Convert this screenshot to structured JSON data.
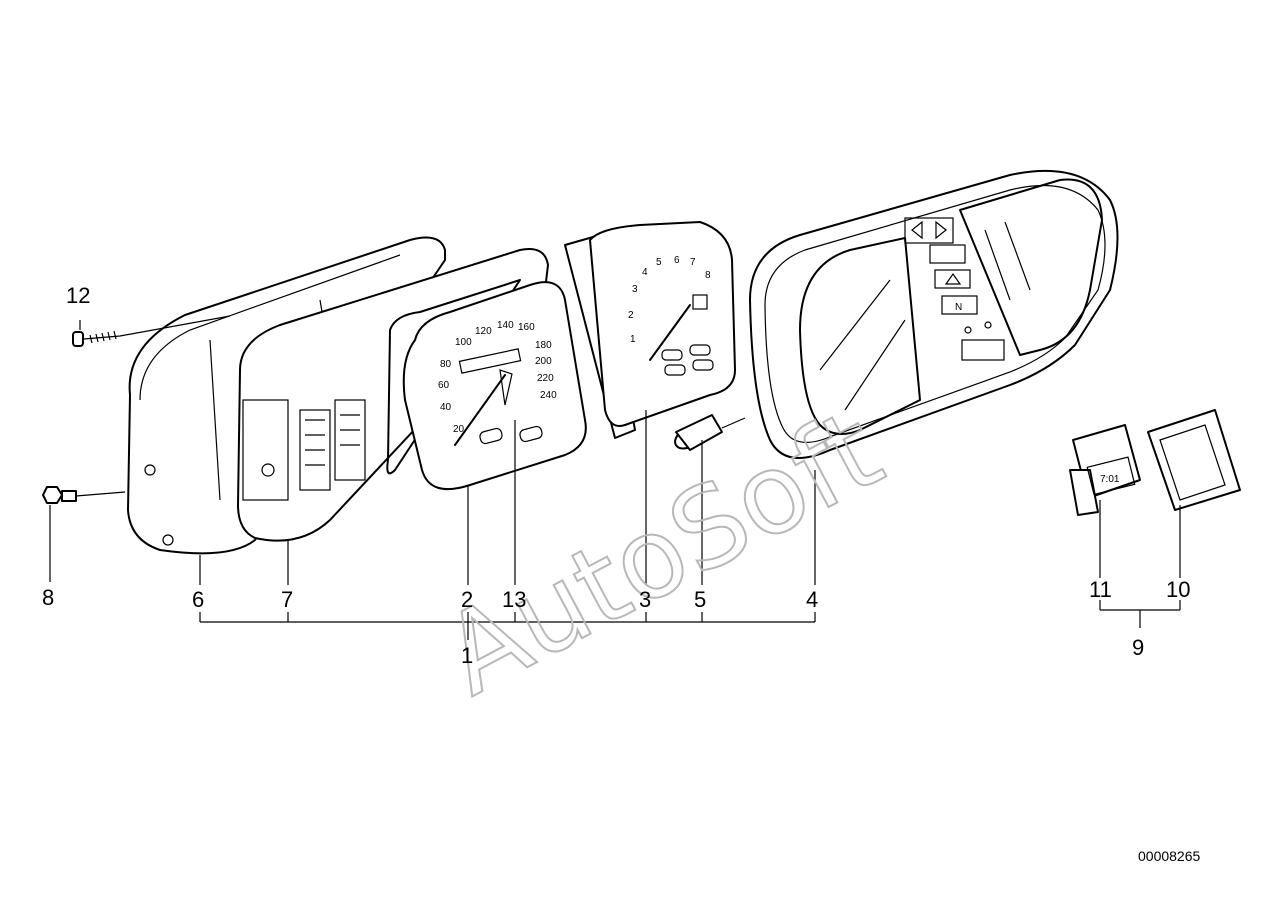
{
  "watermark": "AutoSoft",
  "document_number": "00008265",
  "callouts": {
    "c1": "1",
    "c2": "2",
    "c3": "3",
    "c4": "4",
    "c5": "5",
    "c6": "6",
    "c7": "7",
    "c8": "8",
    "c9": "9",
    "c10": "10",
    "c11": "11",
    "c12": "12",
    "c13": "13"
  },
  "speedometer_ticks": [
    "20",
    "40",
    "60",
    "80",
    "100",
    "120",
    "140",
    "160",
    "180",
    "200",
    "220",
    "240"
  ],
  "tachometer_ticks": [
    "1",
    "2",
    "3",
    "4",
    "5",
    "6",
    "7",
    "8"
  ],
  "indicator_labels": {
    "neutral": "N",
    "clock_display": "7:01"
  }
}
